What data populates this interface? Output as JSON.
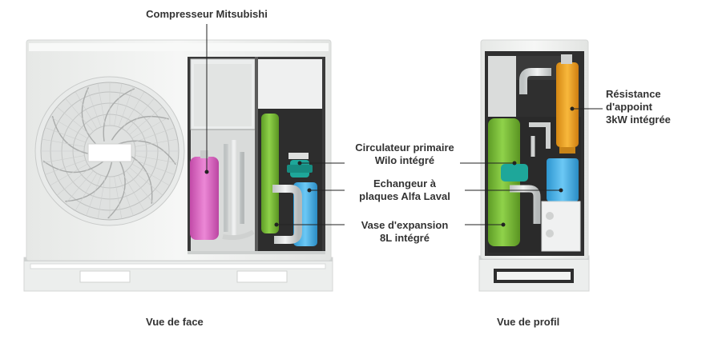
{
  "labels": {
    "compresseur": "Compresseur Mitsubishi",
    "circulateur_l1": "Circulateur primaire",
    "circulateur_l2": "Wilo intégré",
    "echangeur_l1": "Echangeur à",
    "echangeur_l2": "plaques Alfa Laval",
    "vase_l1": "Vase d'expansion",
    "vase_l2": "8L intégré",
    "resistance_l1": "Résistance",
    "resistance_l2": "d'appoint",
    "resistance_l3": "3kW intégrée"
  },
  "captions": {
    "front": "Vue de face",
    "side": "Vue de profil"
  },
  "colors": {
    "casing": "#f1f2f1",
    "interior_dark": "#2e2e2e",
    "green_tank": "#7bbf3a",
    "pink_tank": "#e070c8",
    "blue_tank": "#4ab4ea",
    "orange_resistance": "#f0a020",
    "teal_pump": "#1ea79a",
    "leader_line": "#222222"
  },
  "icons": [
    "fan-grille-icon",
    "pump-icon"
  ]
}
